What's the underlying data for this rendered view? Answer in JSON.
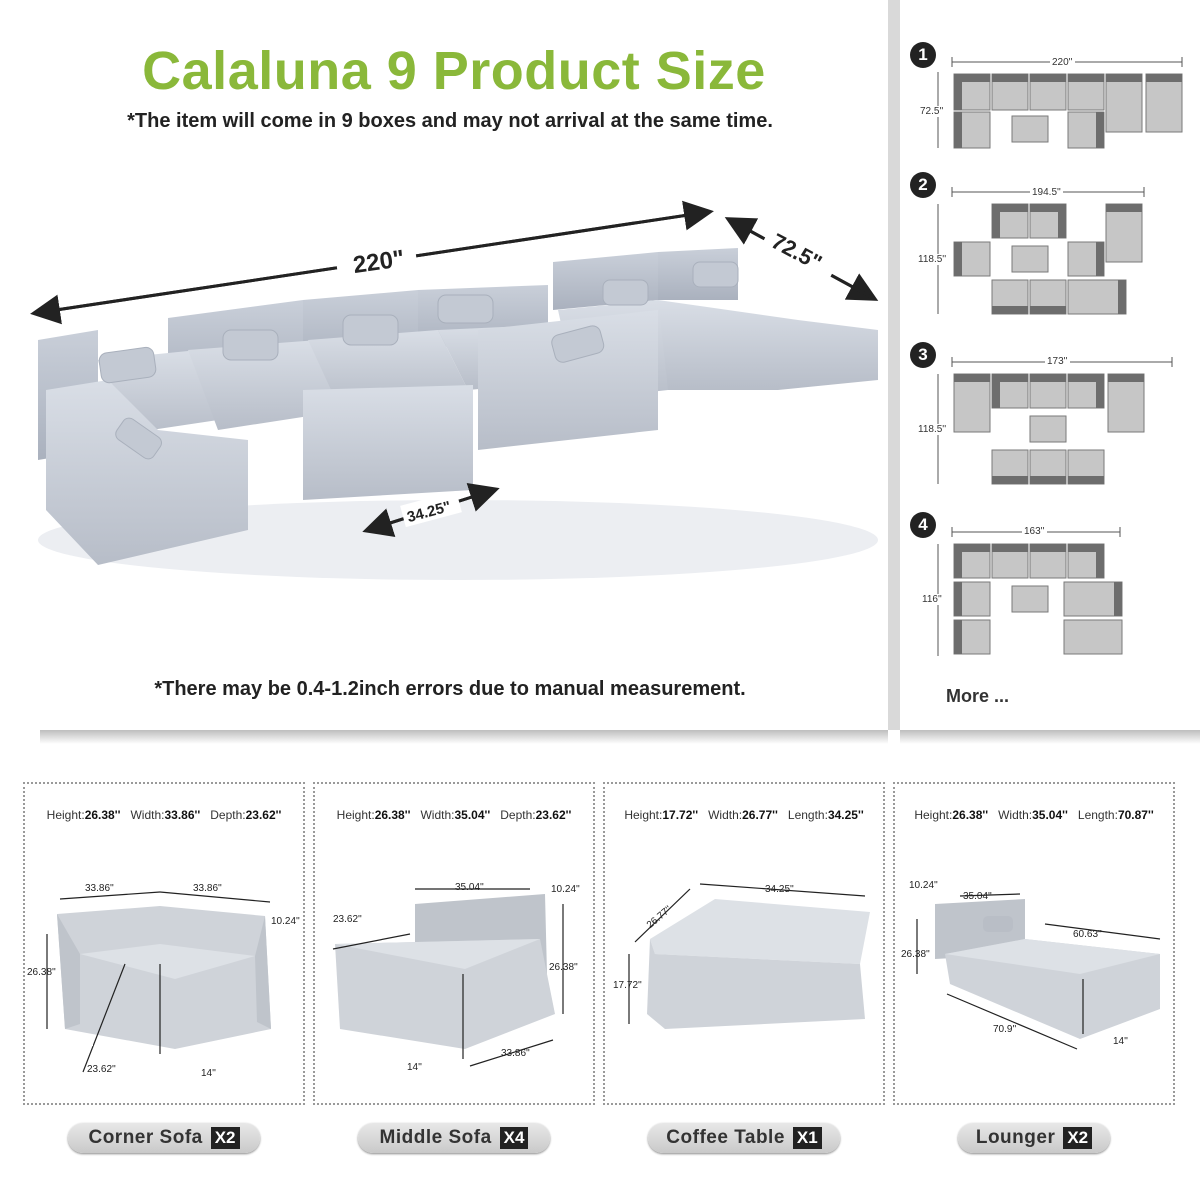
{
  "title": "Calaluna 9 Product Size",
  "subtitle": "*The item will come in 9 boxes and may not arrival at the same time.",
  "error_note": "*There may be 0.4-1.2inch errors due to manual measurement.",
  "hero": {
    "length": "220\"",
    "depth": "72.5\"",
    "table_length": "34.25\""
  },
  "configs": [
    {
      "number": "1",
      "width": "220''",
      "height": "72.5''"
    },
    {
      "number": "2",
      "width": "194.5''",
      "height": "118.5''"
    },
    {
      "number": "3",
      "width": "173''",
      "height": "118.5''"
    },
    {
      "number": "4",
      "width": "163''",
      "height": "116''"
    }
  ],
  "more_label": "More ...",
  "products": [
    {
      "name": "Corner Sofa",
      "qty": "X2",
      "height_label": "Height:",
      "height": "26.38''",
      "width_label": "Width:",
      "width": "33.86''",
      "third_label": "Depth:",
      "third": "23.62''",
      "dims": {
        "left_top": "33.86''",
        "right_top": "33.86''",
        "back": "10.24''",
        "h": "26.38''",
        "depth": "23.62''",
        "seat": "14''"
      }
    },
    {
      "name": "Middle Sofa",
      "qty": "X4",
      "height_label": "Height:",
      "height": "26.38''",
      "width_label": "Width:",
      "width": "35.04''",
      "third_label": "Depth:",
      "third": "23.62''",
      "dims": {
        "top": "35.04''",
        "back": "10.24''",
        "depth": "23.62''",
        "h": "26.38''",
        "seat": "14''",
        "bottom": "33.86''"
      }
    },
    {
      "name": "Coffee Table",
      "qty": "X1",
      "height_label": "Height:",
      "height": "17.72''",
      "width_label": "Width:",
      "width": "26.77''",
      "third_label": "Length:",
      "third": "34.25''",
      "dims": {
        "width": "26.77''",
        "length": "34.25''",
        "h": "17.72''"
      }
    },
    {
      "name": "Lounger",
      "qty": "X2",
      "height_label": "Height:",
      "height": "26.38''",
      "width_label": "Width:",
      "width": "35.04''",
      "third_label": "Length:",
      "third": "70.87''",
      "dims": {
        "back": "10.24''",
        "width": "35.04''",
        "lounge": "60.63''",
        "h": "26.38''",
        "length": "70.9''",
        "seat": "14''"
      }
    }
  ]
}
